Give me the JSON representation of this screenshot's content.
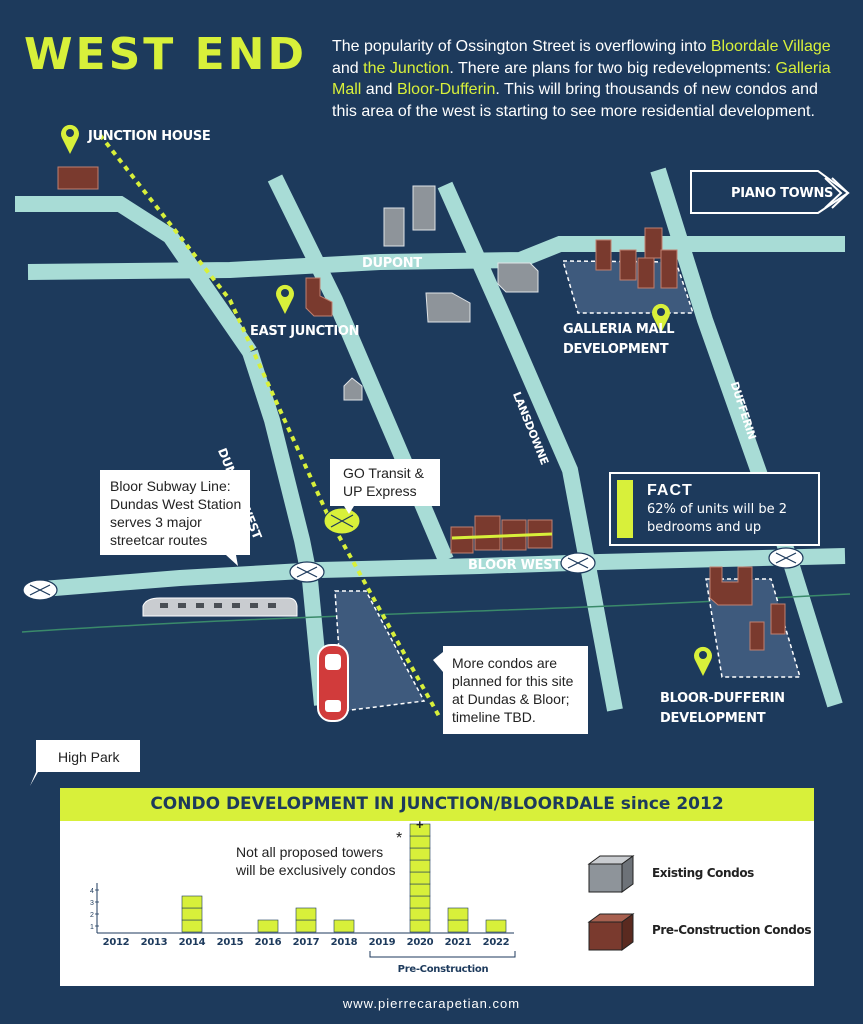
{
  "title": "WEST END",
  "intro": {
    "p1": "The popularity of Ossington Street is overflowing into ",
    "h1": "Bloordale Village",
    "p2": " and ",
    "h2": "the Junction",
    "p3": ". There are plans for two big redevelopments: ",
    "h3": "Galleria Mall",
    "p4": " and ",
    "h4": "Bloor-Dufferin",
    "p5": ". This will bring thousands of new condos and this area of the west is starting to see more residential development."
  },
  "map": {
    "junction_house": "JUNCTION HOUSE",
    "piano_towns": "PIANO TOWNS",
    "east_junction": "EAST JUNCTION",
    "galleria_line1": "GALLERIA MALL",
    "galleria_line2": "DEVELOPMENT",
    "bloor_dufferin_line1": "BLOOR-DUFFERIN",
    "bloor_dufferin_line2": "DEVELOPMENT",
    "high_park": "High Park",
    "streets": {
      "dupont": "DUPONT",
      "dundas_west": "DUNDAS WEST",
      "lansdowne": "LANSDOWNE",
      "dufferin": "DUFFERIN",
      "bloor_west": "BLOOR WEST"
    }
  },
  "callouts": {
    "subway": "Bloor Subway Line: Dundas West Station serves 3 major streetcar routes",
    "go_transit": "GO Transit & UP Express",
    "condos": "More condos are planned for this site at Dundas & Bloor; timeline TBD."
  },
  "fact": {
    "title": "FACT",
    "body": "62% of units will be 2 bedrooms and up"
  },
  "chart_data": {
    "type": "bar",
    "title": "CONDO DEVELOPMENT IN JUNCTION/BLOORDALE since 2012",
    "categories": [
      "2012",
      "2013",
      "2014",
      "2015",
      "2016",
      "2017",
      "2018",
      "2019",
      "2020",
      "2021",
      "2022"
    ],
    "values": [
      0,
      0,
      3,
      0,
      1,
      2,
      1,
      0,
      9,
      2,
      1
    ],
    "y_ticks": [
      "1",
      "2",
      "3",
      "4"
    ],
    "ylim": [
      0,
      4
    ],
    "annotation": "Not all proposed towers will be exclusively condos",
    "annotation_mark": "*",
    "plus_mark": "+",
    "bracket_label": "Pre-Construction",
    "legend": [
      "Existing Condos",
      "Pre-Construction Condos"
    ],
    "colors": {
      "bar": "#d8f03a",
      "existing": "#8e949a",
      "preconstruction": "#7a3a2e"
    }
  },
  "footer": "www.pierrecarapetian.com"
}
